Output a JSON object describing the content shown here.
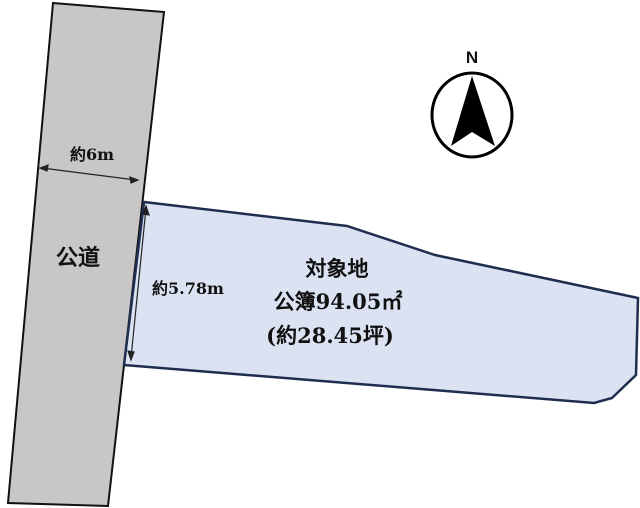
{
  "road": {
    "label": "公道",
    "width_label": "約6m",
    "fill": "#c8c6c7"
  },
  "lot": {
    "title": "対象地",
    "area_label": "公簿94.05㎡",
    "tsubo_label": "(約28.45坪)",
    "frontage_label": "約5.78m",
    "fill": "#dbe3f3",
    "stroke": "#1f2d4f"
  },
  "compass": {
    "label": "N"
  }
}
